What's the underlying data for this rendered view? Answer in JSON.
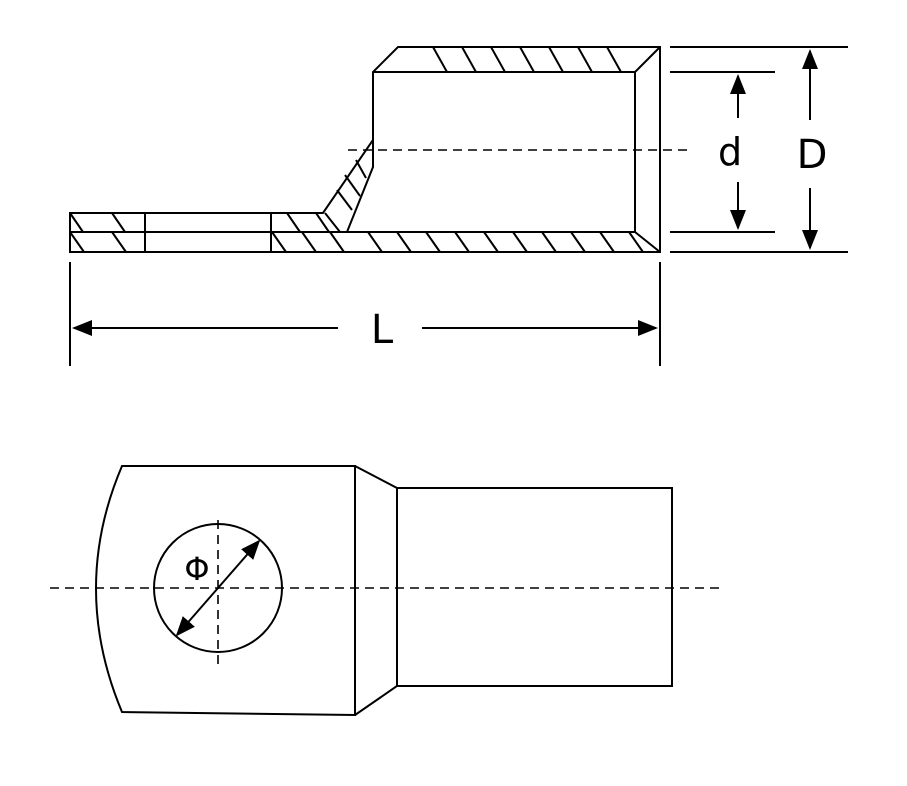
{
  "labels": {
    "inner_diameter": "d",
    "outer_diameter": "D",
    "length": "L",
    "hole_diameter": "Φ"
  },
  "colors": {
    "line": "#000000",
    "background": "#ffffff"
  }
}
